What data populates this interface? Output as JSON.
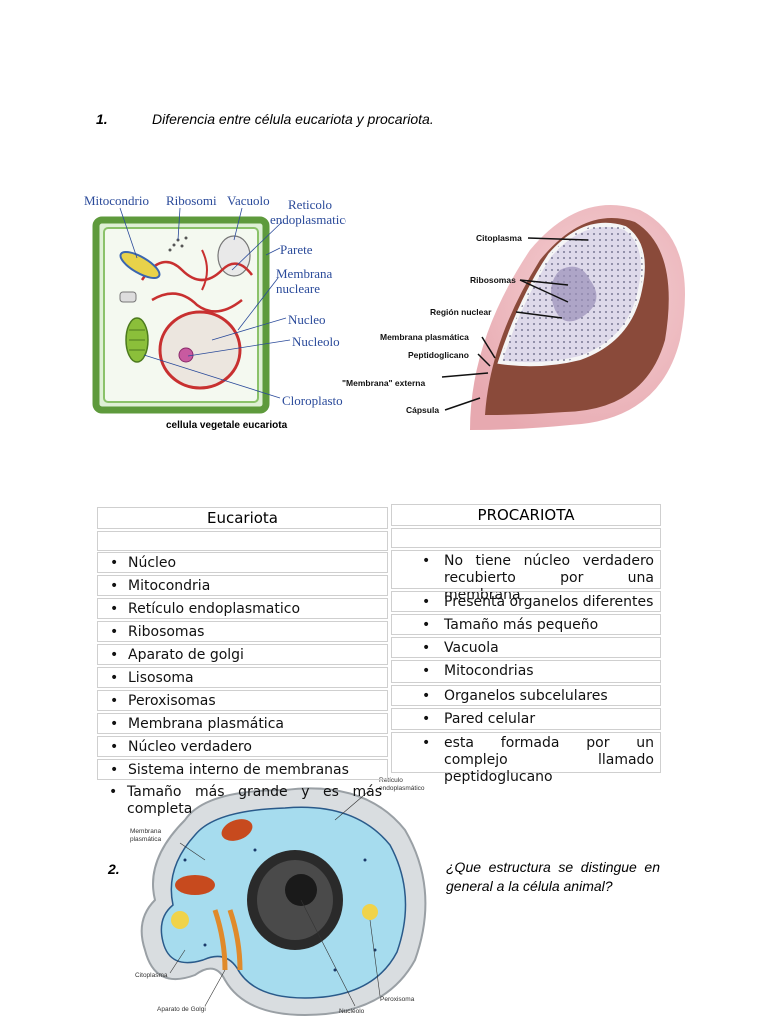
{
  "q1": {
    "number": "1.",
    "text": "Diferencia entre célula eucariota y procariota."
  },
  "q2": {
    "number": "2.",
    "text": "¿Que estructura se distingue en general a la célula animal?"
  },
  "plant_cell": {
    "labels": {
      "mitocondrio": "Mitocondrio",
      "ribosomi": "Ribosomi",
      "vacuolo": "Vacuolo",
      "reticolo1": "Reticolo",
      "reticolo2": "endoplasmatico",
      "parete": "Parete",
      "membrana1": "Membrana",
      "membrana2": "nucleare",
      "nucleo": "Nucleo",
      "nucleolo": "Nucleolo",
      "cloroplasto": "Cloroplasto"
    },
    "caption": "cellula vegetale eucariota"
  },
  "prokaryote": {
    "labels": {
      "citoplasma": "Citoplasma",
      "ribosomas": "Ribosomas",
      "region": "Región nuclear",
      "membrana": "Membrana plasmática",
      "peptido": "Peptidoglicano",
      "externa": "\"Membrana\" externa",
      "capsula": "Cápsula"
    }
  },
  "table": {
    "left_header": "Eucariota",
    "right_header": "PROCARIOTA",
    "bullet": "•",
    "left_items": [
      "Núcleo",
      "Mitocondria",
      "Retículo endoplasmatico",
      "Ribosomas",
      "Aparato de golgi",
      "Lisosoma",
      "Peroxisomas",
      "Membrana plasmática",
      "Núcleo verdadero",
      "Sistema interno de membranas",
      "Tamaño más grande y es más completa"
    ],
    "right_items": [
      "No tiene núcleo verdadero recubierto por una membrana",
      "Presenta organelos diferentes",
      "Tamaño más pequeño",
      "Vacuola",
      "Mitocondrias",
      "Organelos subcelulares",
      "Pared celular",
      "esta formada por un complejo llamado peptidoglucano"
    ]
  },
  "animal_cell": {
    "labels": {
      "reticulo1": "Retículo",
      "reticulo2": "endoplasmático",
      "membrana1": "Membrana",
      "membrana2": "plasmática",
      "citoplasma": "Citoplasma",
      "golgi": "Aparato de Golgi",
      "nucleolo": "Nucléolo",
      "peroxisoma": "Peroxisoma"
    }
  }
}
